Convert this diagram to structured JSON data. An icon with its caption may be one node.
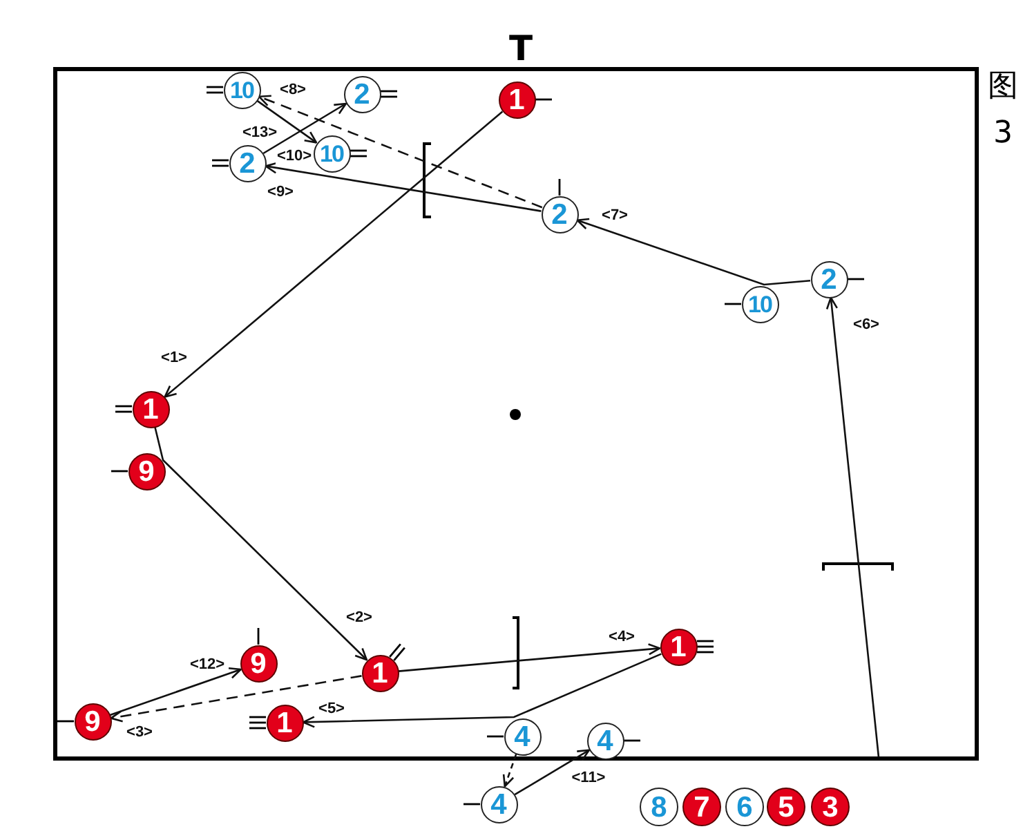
{
  "diagram": {
    "caption": "图3",
    "nodes": [
      {
        "text": [
          "10"
        ]
      },
      {
        "text": [
          "2"
        ]
      },
      {
        "text": [
          "1"
        ]
      },
      {
        "text": [
          "10"
        ]
      },
      {
        "text": [
          "2"
        ]
      },
      {
        "text": [
          "2"
        ]
      },
      {
        "text": [
          "2"
        ]
      },
      {
        "text": [
          "10"
        ]
      },
      {
        "text": [
          "1"
        ]
      },
      {
        "text": [
          "9"
        ]
      },
      {
        "text": [
          "1"
        ]
      },
      {
        "text": [
          "9"
        ]
      },
      {
        "text": [
          "1"
        ]
      },
      {
        "text": [
          "9"
        ]
      },
      {
        "text": [
          "1"
        ]
      },
      {
        "text": [
          "4"
        ]
      },
      {
        "text": [
          "4"
        ]
      },
      {
        "text": [
          "4"
        ]
      },
      {
        "text": [
          "8"
        ]
      },
      {
        "text": [
          "7"
        ]
      },
      {
        "text": [
          "6"
        ]
      },
      {
        "text": [
          "5"
        ]
      },
      {
        "text": [
          "3"
        ]
      }
    ],
    "edges": [
      {
        "from": 2,
        "to": 8,
        "arrow": "to",
        "label": "<1>"
      },
      {
        "from": 8,
        "to": 12,
        "arrow": "to",
        "label": "<2>"
      },
      {
        "from": 12,
        "to": 13,
        "arrow": "to",
        "label": "<3>",
        "style": "dashed"
      },
      {
        "from": 12,
        "to": 10,
        "arrow": "to",
        "label": "<4>"
      },
      {
        "from": 10,
        "to": 14,
        "arrow": "to",
        "label": "<5>"
      },
      {
        "from": null,
        "to": 6,
        "arrow": "to",
        "label": "<6>"
      },
      {
        "from": 6,
        "to": 5,
        "arrow": "to",
        "label": "<7>"
      },
      {
        "from": 5,
        "to": 0,
        "arrow": "to",
        "label": "<8>",
        "style": "dashed"
      },
      {
        "from": 5,
        "to": 4,
        "arrow": "to",
        "label": "<9>"
      },
      {
        "from": 0,
        "to": 3,
        "arrow": "to",
        "label": "<10>"
      },
      {
        "from": 17,
        "to": 16,
        "arrow": "to",
        "label": "<11>"
      },
      {
        "from": 13,
        "to": 11,
        "arrow": "to",
        "label": "<12>"
      },
      {
        "from": 4,
        "to": 1,
        "arrow": "to",
        "label": "<13>"
      },
      {
        "from": 15,
        "to": 17,
        "arrow": "to",
        "style": "dashed"
      }
    ],
    "labels": [
      "T"
    ]
  }
}
